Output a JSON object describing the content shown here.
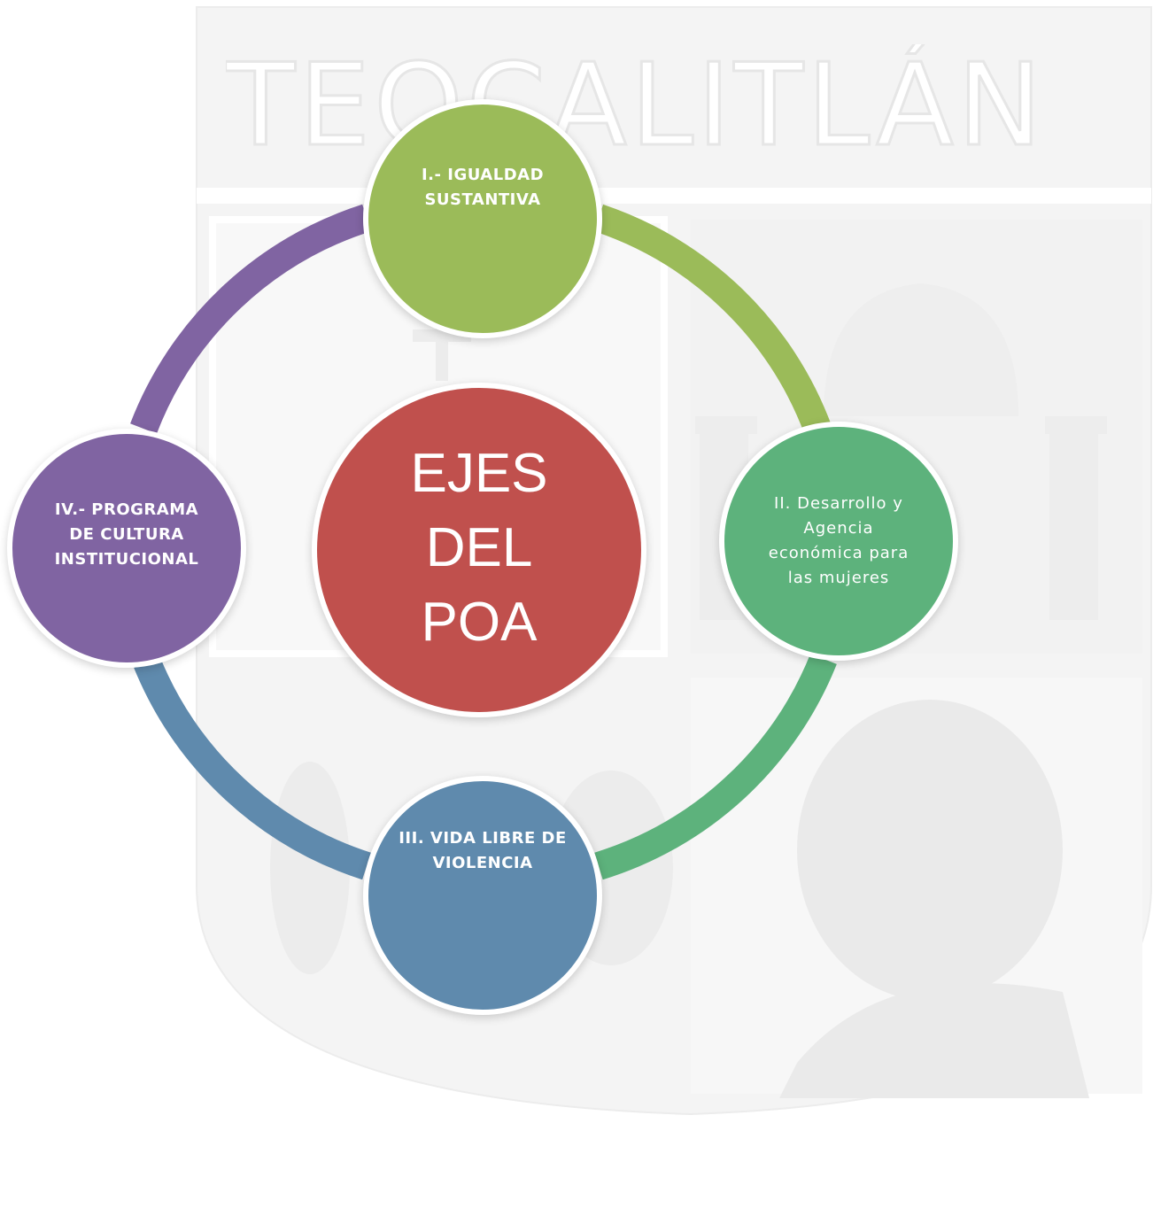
{
  "watermark": {
    "text": "TEOCALITLÁN"
  },
  "center": {
    "label": "EJES DEL POA",
    "color": "#c0504d"
  },
  "nodes": {
    "top": {
      "label": "I.- IGUALDAD SUSTANTIVA",
      "color": "#9bbb59"
    },
    "right": {
      "label": "II. Desarrollo y Agencia económica para las mujeres",
      "color": "#5db27c"
    },
    "bottom": {
      "label": "III. VIDA LIBRE DE VIOLENCIA",
      "color": "#5f8aad"
    },
    "left": {
      "label": "IV.- PROGRAMA DE CULTURA INSTITUCIONAL",
      "color": "#8064a2"
    }
  },
  "ring_colors": {
    "top_right": "#9bbb59",
    "right_bottom": "#5db27c",
    "bottom_left": "#5f8aad",
    "left_top": "#8064a2"
  }
}
